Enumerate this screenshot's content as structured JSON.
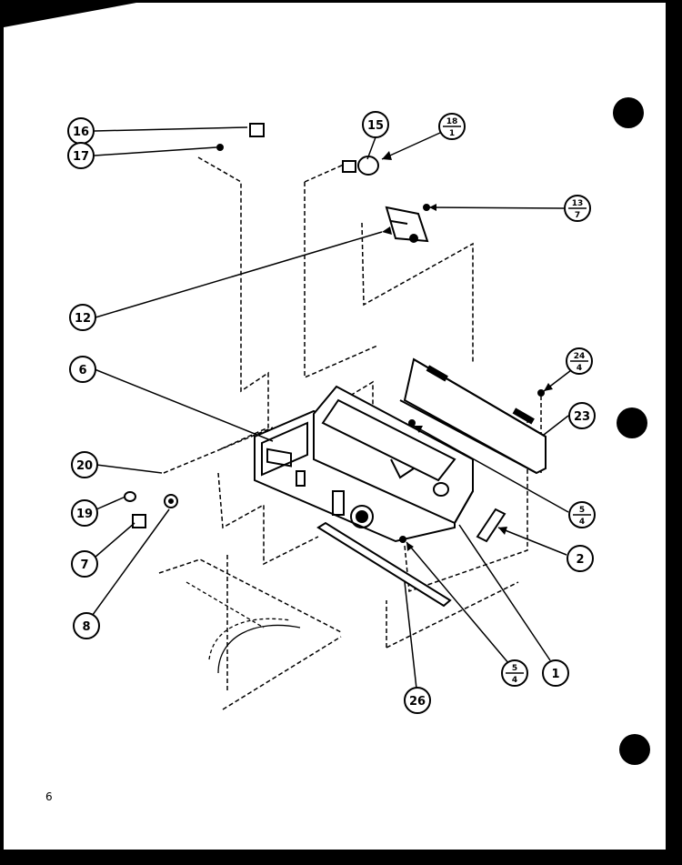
{
  "colors": {
    "ink": "#000000",
    "paper": "#ffffff"
  },
  "page_number": "6",
  "callouts": [
    {
      "id": "c16",
      "kind": "single",
      "label": "16"
    },
    {
      "id": "c17",
      "kind": "single",
      "label": "17"
    },
    {
      "id": "c15",
      "kind": "single",
      "label": "15"
    },
    {
      "id": "c18",
      "kind": "fraction",
      "top": "18",
      "bottom": "1"
    },
    {
      "id": "c13",
      "kind": "fraction",
      "top": "13",
      "bottom": "7"
    },
    {
      "id": "c12",
      "kind": "single",
      "label": "12"
    },
    {
      "id": "c6",
      "kind": "single",
      "label": "6"
    },
    {
      "id": "c24",
      "kind": "fraction",
      "top": "24",
      "bottom": "4"
    },
    {
      "id": "c23",
      "kind": "single",
      "label": "23"
    },
    {
      "id": "c20",
      "kind": "single",
      "label": "20"
    },
    {
      "id": "c19",
      "kind": "single",
      "label": "19"
    },
    {
      "id": "c5a",
      "kind": "fraction",
      "top": "5",
      "bottom": "4"
    },
    {
      "id": "c7",
      "kind": "single",
      "label": "7"
    },
    {
      "id": "c2",
      "kind": "single",
      "label": "2"
    },
    {
      "id": "c8",
      "kind": "single",
      "label": "8"
    },
    {
      "id": "c5b",
      "kind": "fraction",
      "top": "5",
      "bottom": "4"
    },
    {
      "id": "c1",
      "kind": "single",
      "label": "1"
    },
    {
      "id": "c26",
      "kind": "single",
      "label": "26"
    }
  ]
}
